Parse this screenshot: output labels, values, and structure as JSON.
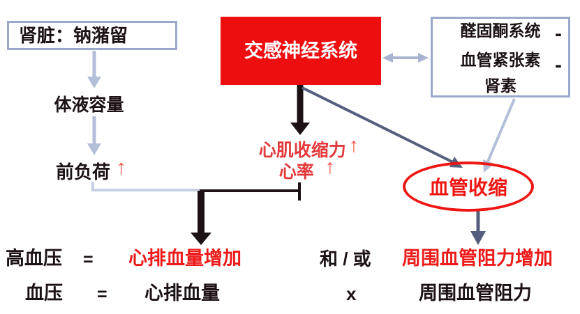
{
  "colors": {
    "background": "#ffffff",
    "ink": "#1c1216",
    "box_border": "#9aa8cc",
    "red_fill": "#ed0f10",
    "red_text": "#e4393b",
    "red_strong": "#ed1a1a",
    "red_arrow": "#f4564c",
    "ellipse_red": "#ee1512",
    "periwinkle": "#b3bed9",
    "periwinkle_light": "#c7cfe4",
    "slate": "#565e7e",
    "double_arrow": "#a9b4d2"
  },
  "boxes": {
    "kidney": {
      "label": "肾脏：钠潴留"
    },
    "sympathetic": {
      "label": "交感神经系统"
    },
    "raas": {
      "line1": "醛固酮系统",
      "line2": "血管紧张素",
      "line3": "肾素",
      "dash": "-"
    }
  },
  "labels": {
    "fluid_volume": "体液容量",
    "preload": "前负荷",
    "up_arrow": "↑",
    "contractility": "心肌收缩力",
    "heart_rate": "心率",
    "vasoconstriction": "血管收缩"
  },
  "equations": {
    "row1": {
      "lhs": "高血压",
      "equals": "=",
      "cardiac_output": "心排血量增加",
      "conjunction": "和 / 或",
      "peripheral": "周围血管阻力增加"
    },
    "row2": {
      "lhs": "血压",
      "equals": "=",
      "cardiac_output": "心排血量",
      "operator": "x",
      "peripheral": "周围血管阻力"
    }
  }
}
